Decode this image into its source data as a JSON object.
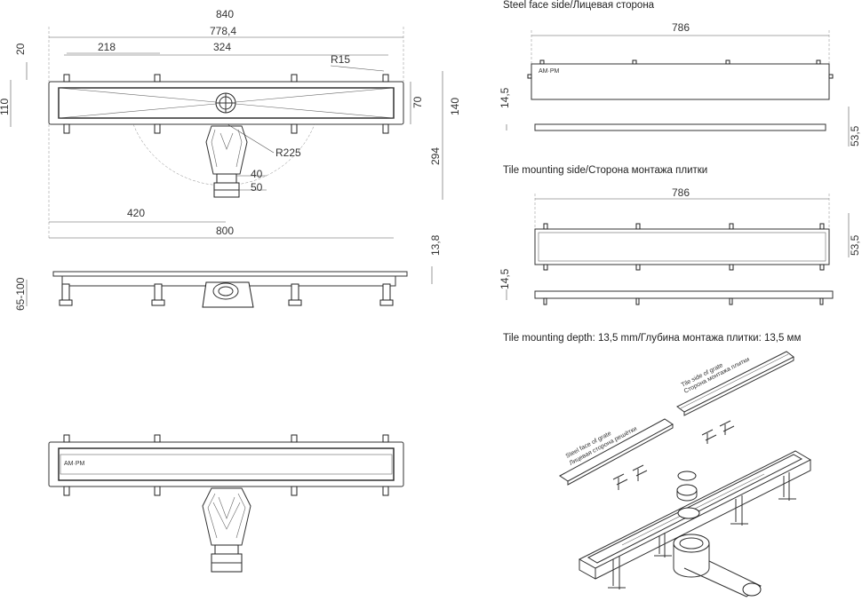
{
  "top_view": {
    "dim_overall_top": "840",
    "dim_mid": "778,4",
    "dim_left_top": "218",
    "dim_center_top": "324",
    "dim_left_margin": "20",
    "dim_left_height": "110",
    "dim_radius_small": "R15",
    "dim_right_inner": "70",
    "dim_right_outer": "140",
    "dim_right_depth": "294",
    "dim_radius_large": "R225",
    "dim_outlet_inner": "40",
    "dim_outlet_outer": "50",
    "dim_offset_bottom": "420",
    "dim_overall_bottom": "800"
  },
  "side_view": {
    "dim_height_flange": "13,8",
    "dim_adjust_range": "65-100"
  },
  "steel_face": {
    "caption": "Steel face side/Лицевая сторона",
    "dim_length": "786",
    "dim_thickness": "14,5",
    "dim_width": "53,5"
  },
  "tile_side": {
    "caption": "Tile mounting side/Сторона монтажа плитки",
    "dim_length": "786",
    "dim_width": "53,5",
    "dim_thickness": "14,5"
  },
  "tile_depth_caption": "Tile mounting depth: 13,5 mm/Глубина монтажа плитки: 13,5 мм",
  "exploded_view": {
    "label_steel_en": "Steel face of grate",
    "label_steel_ru": "Лицевая сторона решётки",
    "label_tile_en": "Tile side of grate",
    "label_tile_ru": "Сторона монтажа плитки"
  }
}
